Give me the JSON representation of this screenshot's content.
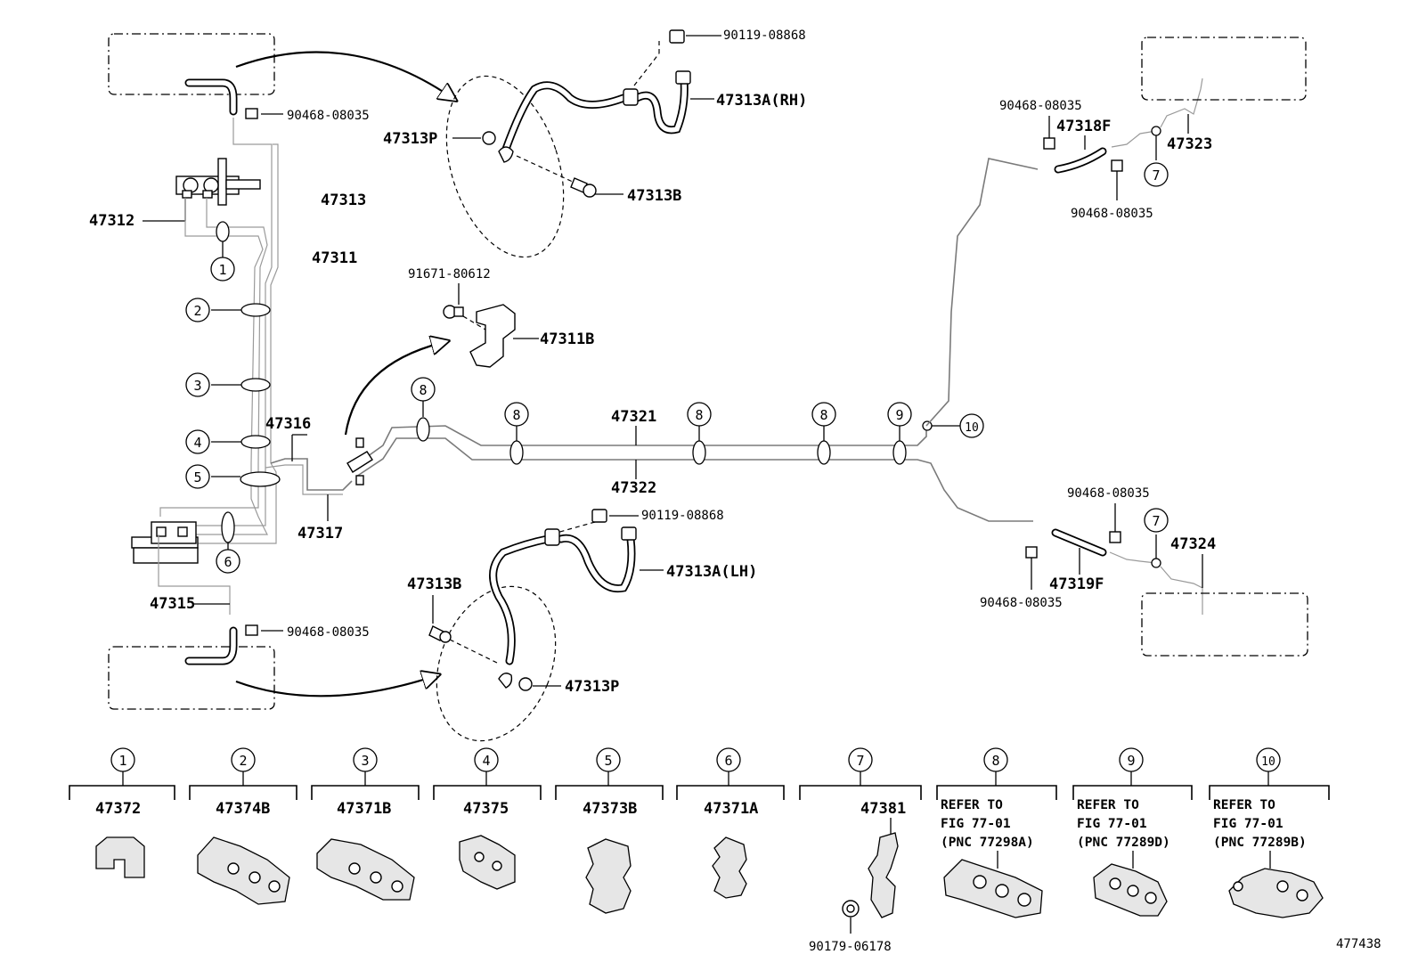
{
  "diagram_id": "477438",
  "callouts": [
    {
      "id": "p90119_top",
      "label": "90119-08868"
    },
    {
      "id": "p47313A_RH",
      "label": "47313A(RH)"
    },
    {
      "id": "p47313P_top",
      "label": "47313P"
    },
    {
      "id": "p47313B_top",
      "label": "47313B"
    },
    {
      "id": "p90468_top_left",
      "label": "90468-08035"
    },
    {
      "id": "p47313",
      "label": "47313"
    },
    {
      "id": "p47312",
      "label": "47312"
    },
    {
      "id": "p47311",
      "label": "47311"
    },
    {
      "id": "p91671",
      "label": "91671-80612"
    },
    {
      "id": "p47311B",
      "label": "47311B"
    },
    {
      "id": "p47316",
      "label": "47316"
    },
    {
      "id": "p47317",
      "label": "47317"
    },
    {
      "id": "p47321",
      "label": "47321"
    },
    {
      "id": "p47322",
      "label": "47322"
    },
    {
      "id": "p90119_mid",
      "label": "90119-08868"
    },
    {
      "id": "p47313A_LH",
      "label": "47313A(LH)"
    },
    {
      "id": "p47313B_bot",
      "label": "47313B"
    },
    {
      "id": "p47315",
      "label": "47315"
    },
    {
      "id": "p90468_bot_left",
      "label": "90468-08035"
    },
    {
      "id": "p47313P_bot",
      "label": "47313P"
    },
    {
      "id": "p90468_tr1",
      "label": "90468-08035"
    },
    {
      "id": "p47318F",
      "label": "47318F"
    },
    {
      "id": "p47323",
      "label": "47323"
    },
    {
      "id": "p90468_tr2",
      "label": "90468-08035"
    },
    {
      "id": "p90468_br1",
      "label": "90468-08035"
    },
    {
      "id": "p47324",
      "label": "47324"
    },
    {
      "id": "p47319F",
      "label": "47319F"
    },
    {
      "id": "p90468_br2",
      "label": "90468-08035"
    }
  ],
  "clamp_markers": [
    "1",
    "2",
    "3",
    "4",
    "5",
    "6",
    "7",
    "8",
    "9",
    "10"
  ],
  "legend": [
    {
      "num": "1",
      "part": "47372"
    },
    {
      "num": "2",
      "part": "47374B"
    },
    {
      "num": "3",
      "part": "47371B"
    },
    {
      "num": "4",
      "part": "47375"
    },
    {
      "num": "5",
      "part": "47373B"
    },
    {
      "num": "6",
      "part": "47371A"
    },
    {
      "num": "7",
      "part": "47381",
      "extra": "90179-06178"
    },
    {
      "num": "8",
      "ref": [
        "REFER TO",
        "FIG 77-01",
        "(PNC 77298A)"
      ]
    },
    {
      "num": "9",
      "ref": [
        "REFER TO",
        "FIG 77-01",
        "(PNC 77289D)"
      ]
    },
    {
      "num": "10",
      "ref": [
        "REFER TO",
        "FIG 77-01",
        "(PNC 77289B)"
      ]
    }
  ]
}
